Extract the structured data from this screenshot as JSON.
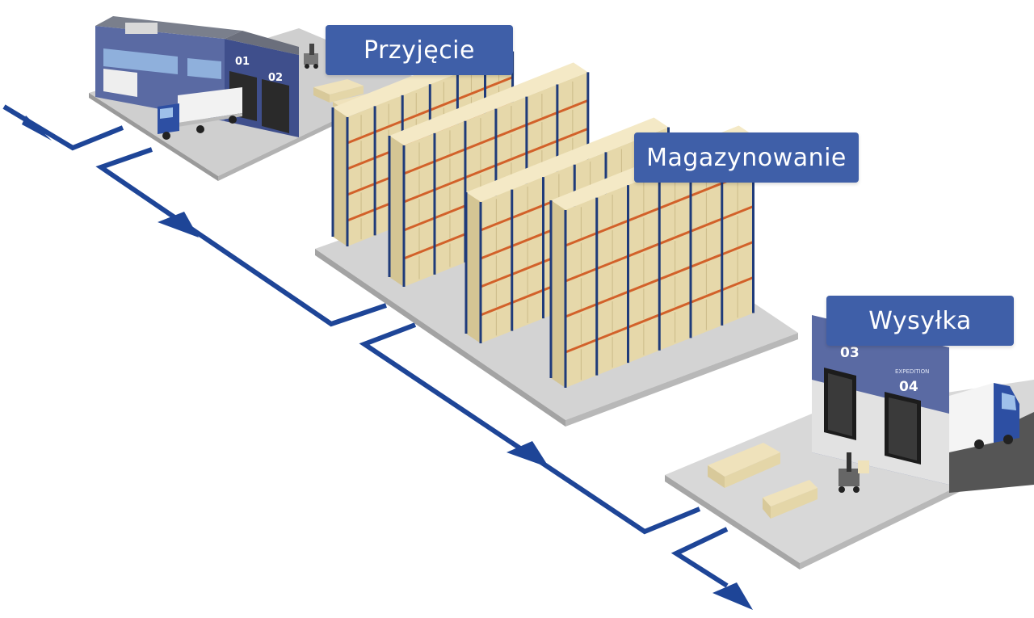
{
  "stages": {
    "receiving": {
      "label": "Przyjęcie"
    },
    "storage": {
      "label": "Magazynowanie"
    },
    "shipping": {
      "label": "Wysyłka"
    }
  },
  "docks": {
    "d1": "01",
    "d2": "02",
    "d3": "03",
    "d4": "04",
    "d4_caption": "EXPEDITION"
  },
  "colors": {
    "flow": "#1e4597",
    "label_bg": "#3f5fa8",
    "label_text": "#ffffff",
    "floor": "#d6d6d6",
    "building_wall": "#5a6aa3",
    "box": "#efe2bb",
    "rack_upright": "#1f3b7a",
    "rack_beam": "#d2612a"
  }
}
